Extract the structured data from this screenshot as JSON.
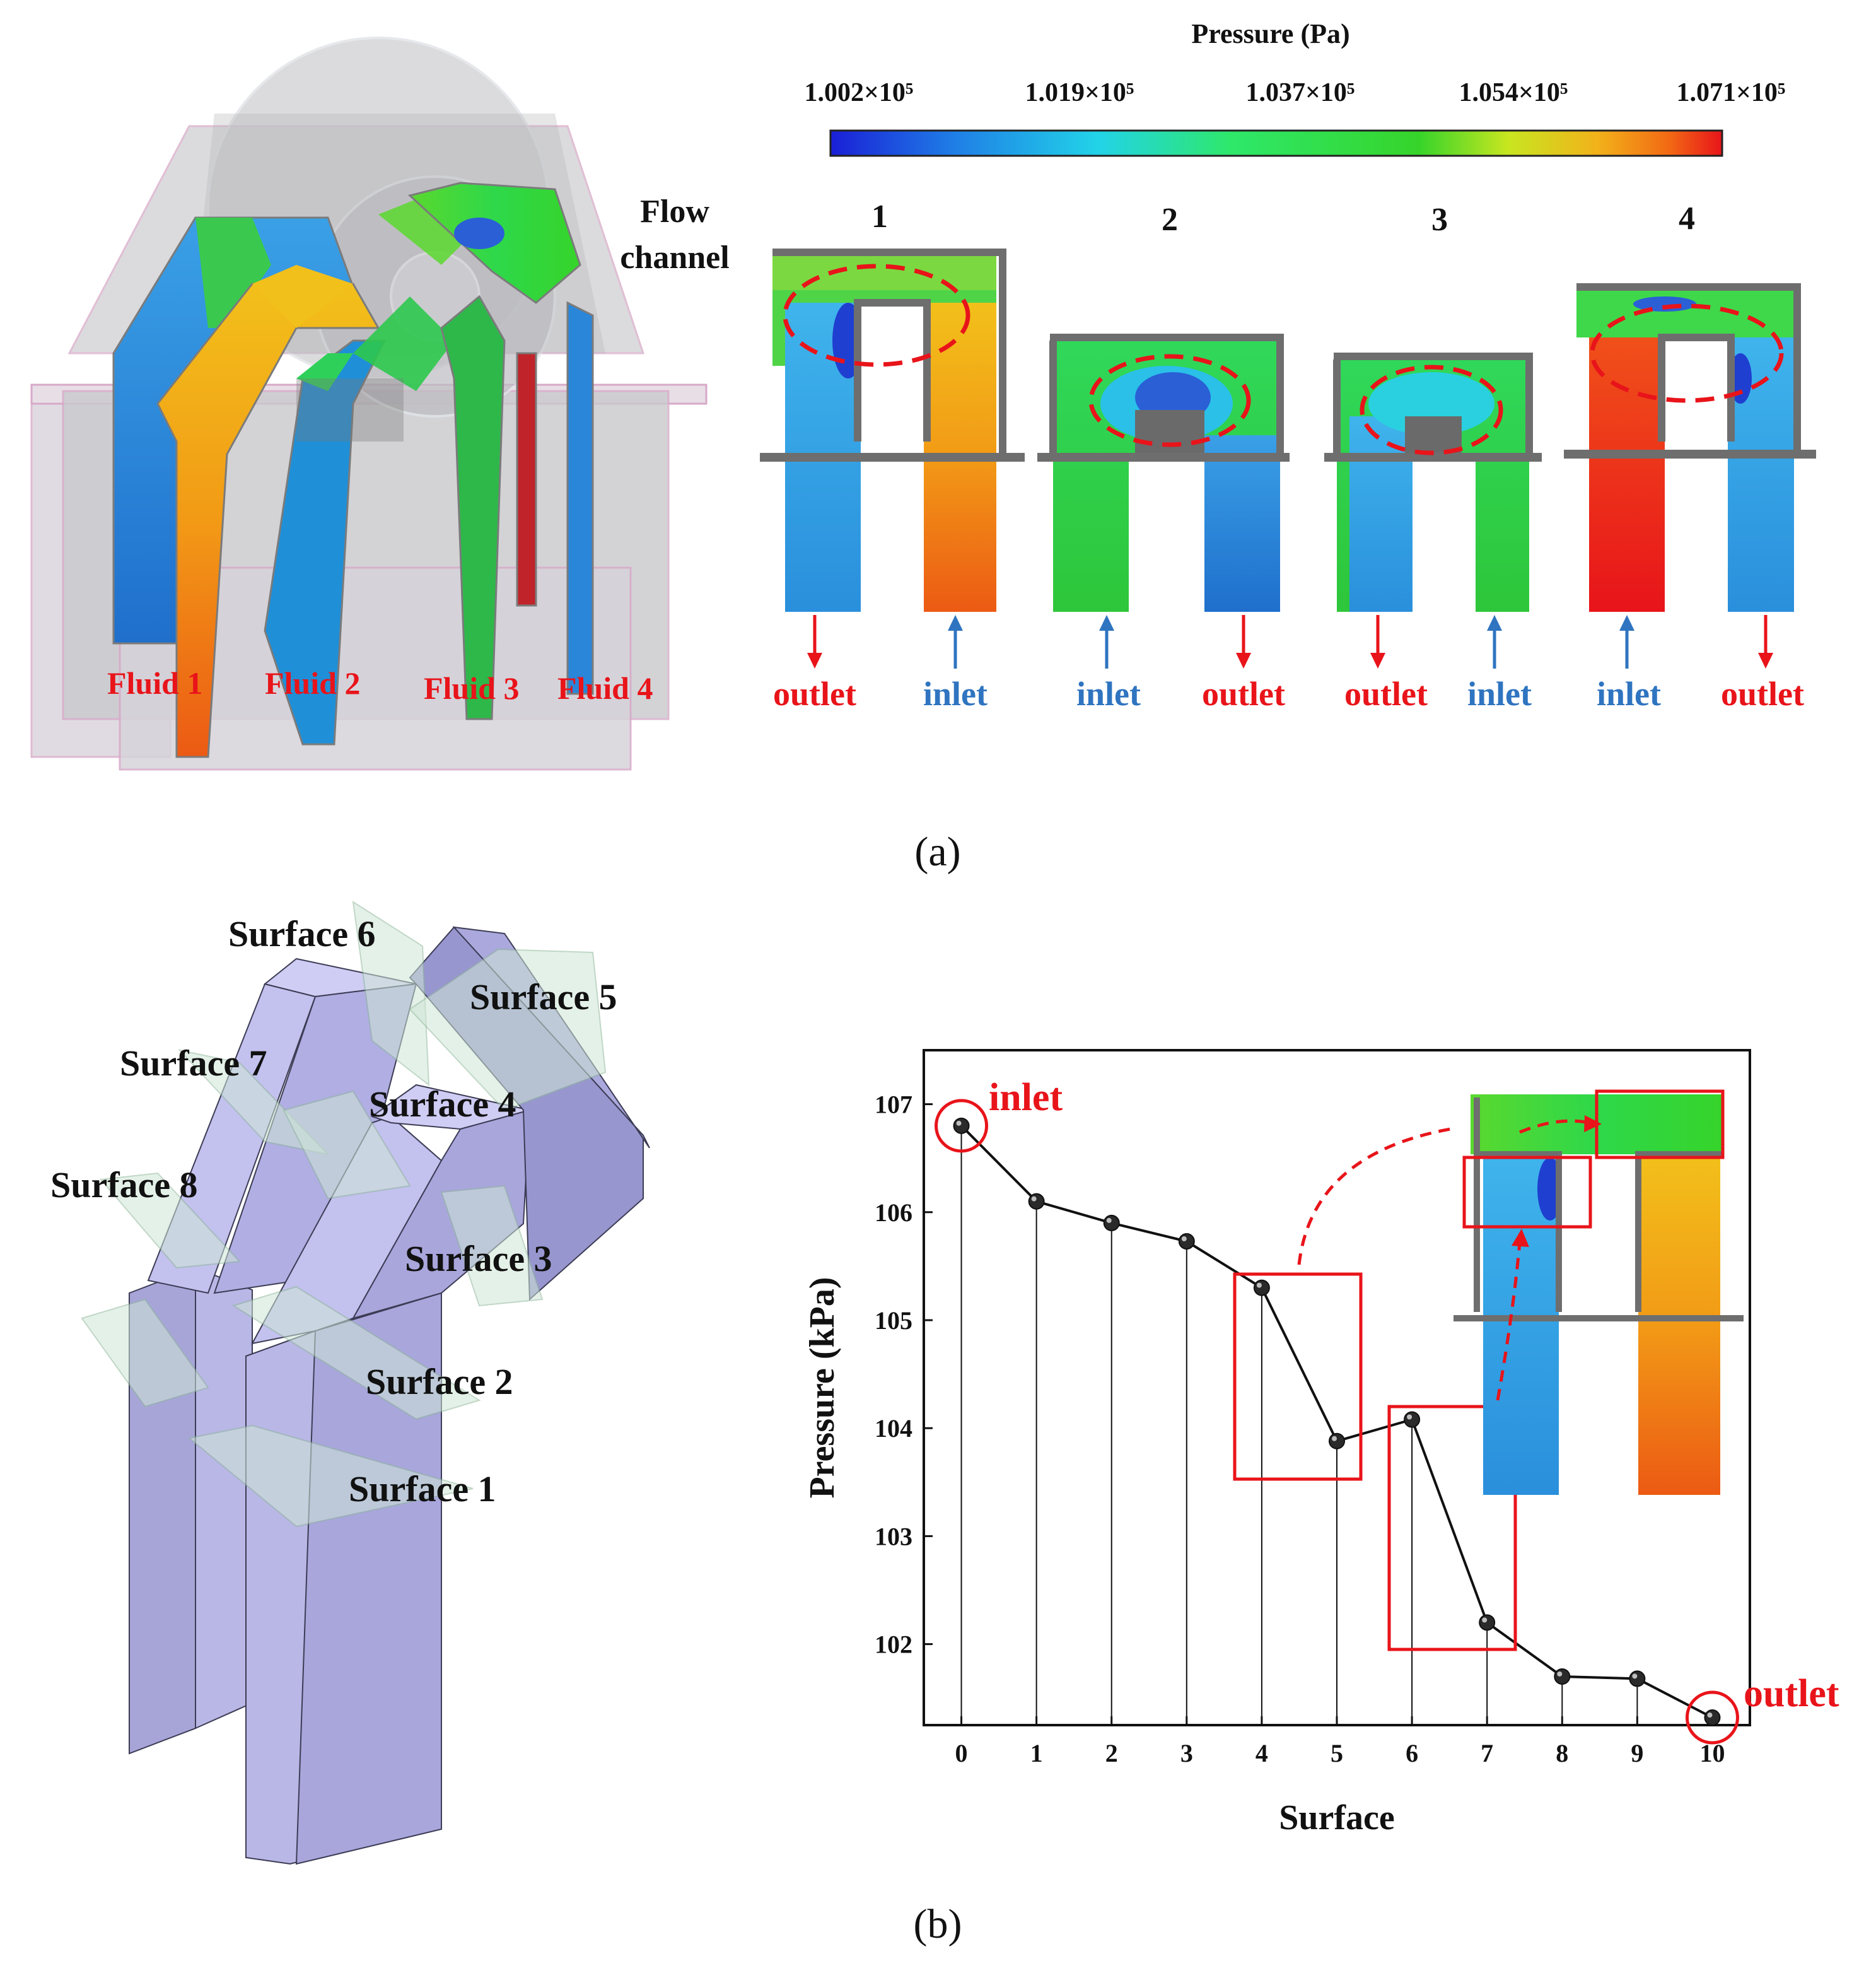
{
  "panel_a": {
    "caption": "(a)",
    "colorbar": {
      "title": "Pressure (Pa)",
      "tick_labels": [
        "1.002×10⁵",
        "1.019×10⁵",
        "1.037×10⁵",
        "1.054×10⁵",
        "1.071×10⁵"
      ],
      "colors": [
        "#1a1fd6",
        "#1f7fe6",
        "#22d3e8",
        "#2ee86a",
        "#36d42a",
        "#c8e620",
        "#f2b21a",
        "#f26a14",
        "#e8141a"
      ]
    },
    "flow_channel_label": [
      "Flow",
      "channel"
    ],
    "fluid_labels": [
      "Fluid 1",
      "Fluid 2",
      "Fluid 3",
      "Fluid 4"
    ],
    "channels": [
      {
        "number": "1",
        "left_label": "outlet",
        "right_label": "inlet"
      },
      {
        "number": "2",
        "left_label": "inlet",
        "right_label": "outlet"
      },
      {
        "number": "3",
        "left_label": "outlet",
        "right_label": "inlet"
      },
      {
        "number": "4",
        "left_label": "inlet",
        "right_label": "outlet"
      }
    ],
    "colors": {
      "outlet": "#e8141a",
      "inlet": "#2f74c0",
      "annotation": "#e8141a",
      "wall": "#6e6e6e"
    }
  },
  "panel_b": {
    "caption": "(b)",
    "surface_labels": [
      "Surface 6",
      "Surface 5",
      "Surface 7",
      "Surface 4",
      "Surface 8",
      "Surface 3",
      "Surface 2",
      "Surface 1"
    ],
    "model_color": "#b9b7e6",
    "plane_color": "#cfe6d6"
  },
  "chart_data": {
    "type": "line",
    "x": [
      0,
      1,
      2,
      3,
      4,
      5,
      6,
      7,
      8,
      9,
      10
    ],
    "y": [
      106.8,
      106.1,
      105.9,
      105.73,
      105.3,
      103.88,
      104.08,
      102.2,
      101.7,
      101.68,
      101.32
    ],
    "xlabel": "Surface",
    "ylabel": "Pressure (kPa)",
    "xlim": [
      -0.5,
      10.5
    ],
    "ylim": [
      101.25,
      107.5
    ],
    "x_ticks": [
      "0",
      "1",
      "2",
      "3",
      "4",
      "5",
      "6",
      "7",
      "8",
      "9",
      "10"
    ],
    "y_ticks": [
      "102",
      "103",
      "104",
      "105",
      "106",
      "107"
    ],
    "annotations": {
      "start": "inlet",
      "end": "outlet"
    },
    "grid": false,
    "drop_lines": true
  }
}
